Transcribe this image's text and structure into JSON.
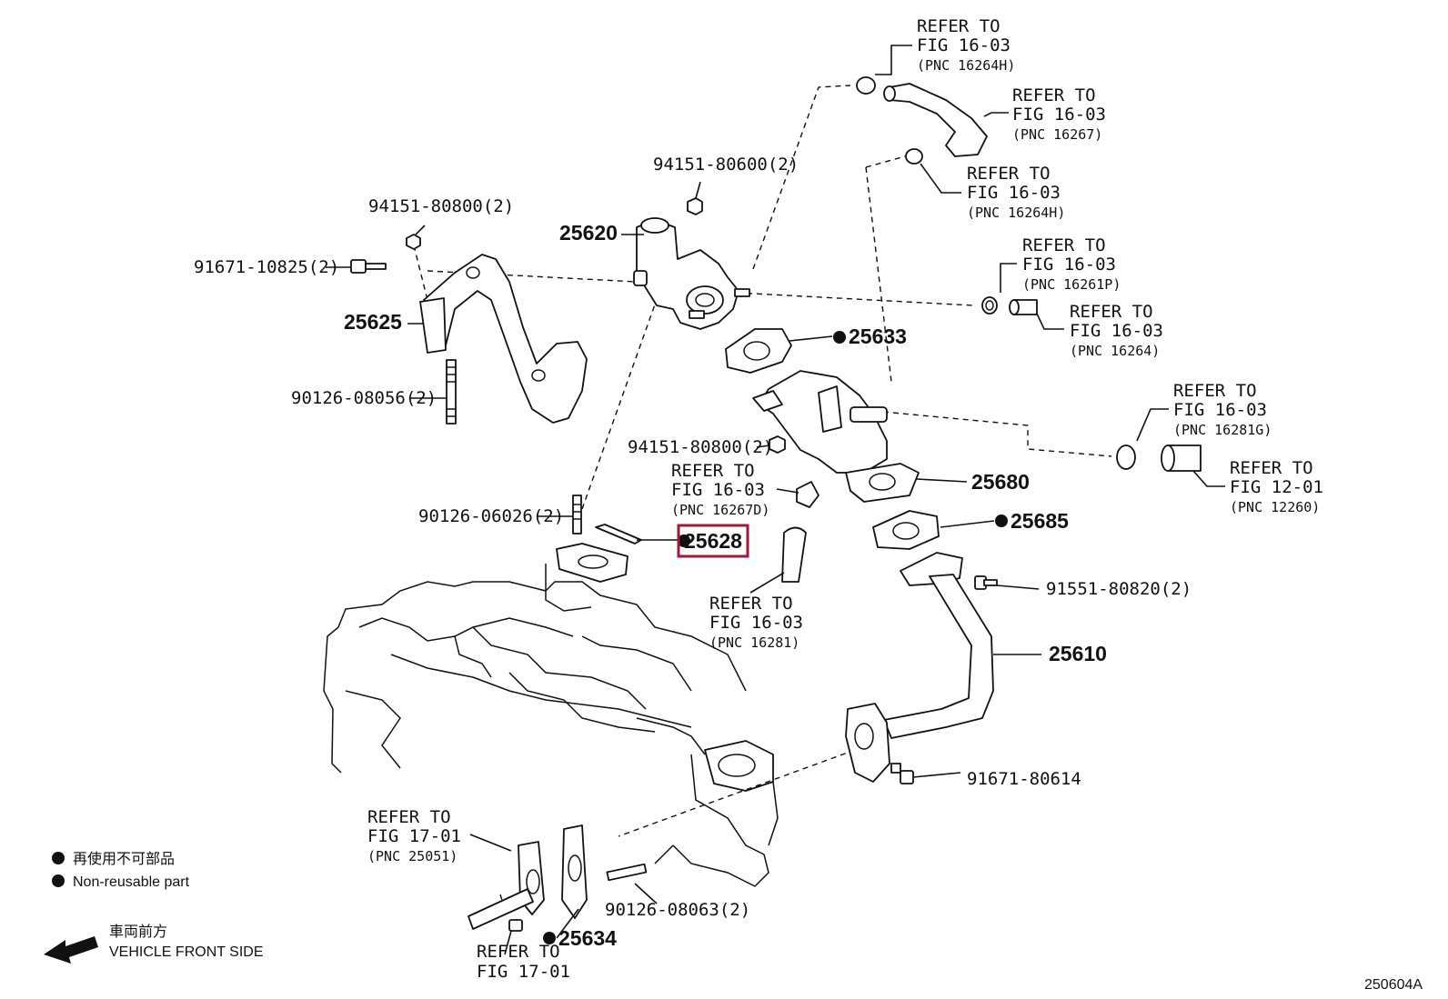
{
  "callouts": {
    "c25620": "25620",
    "c25625": "25625",
    "c25633": "25633",
    "c25680": "25680",
    "c25685": "25685",
    "c25628": "25628",
    "c25610": "25610",
    "c25634": "25634",
    "nut_94151_80600": "94151-80600(2)",
    "nut_94151_80800_a": "94151-80800(2)",
    "bolt_91671_10825": "91671-10825(2)",
    "stud_90126_08056": "90126-08056(2)",
    "nut_94151_80800_b": "94151-80800(2)",
    "stud_90126_06026": "90126-06026(2)",
    "bolt_91551_80820": "91551-80820(2)",
    "bolt_91671_80614": "91671-80614",
    "stud_90126_08063": "90126-08063(2)"
  },
  "refs": {
    "r1": {
      "l1": "REFER TO",
      "l2": "FIG 16-03",
      "l3": "(PNC 16264H)"
    },
    "r2": {
      "l1": "REFER TO",
      "l2": "FIG 16-03",
      "l3": "(PNC 16267)"
    },
    "r3": {
      "l1": "REFER TO",
      "l2": "FIG 16-03",
      "l3": "(PNC 16264H)"
    },
    "r4": {
      "l1": "REFER TO",
      "l2": "FIG 16-03",
      "l3": "(PNC 16261P)"
    },
    "r5": {
      "l1": "REFER TO",
      "l2": "FIG 16-03",
      "l3": "(PNC 16264)"
    },
    "r6": {
      "l1": "REFER TO",
      "l2": "FIG 16-03",
      "l3": "(PNC 16281G)"
    },
    "r7": {
      "l1": "REFER TO",
      "l2": "FIG 12-01",
      "l3": "(PNC 12260)"
    },
    "r8": {
      "l1": "REFER TO",
      "l2": "FIG 16-03",
      "l3": "(PNC 16267D)"
    },
    "r9": {
      "l1": "REFER TO",
      "l2": "FIG 16-03",
      "l3": "(PNC 16281)"
    },
    "r10": {
      "l1": "REFER TO",
      "l2": "FIG 17-01",
      "l3": "(PNC 25051)"
    },
    "r11": {
      "l1": "REFER TO",
      "l2": "FIG 17-01"
    }
  },
  "legend": {
    "jp": "再使用不可部品",
    "en": "Non-reusable part",
    "front_jp": "車両前方",
    "front_en": "VEHICLE FRONT SIDE"
  },
  "diagram_id": "250604A",
  "highlight_color": "#9b1b3b"
}
